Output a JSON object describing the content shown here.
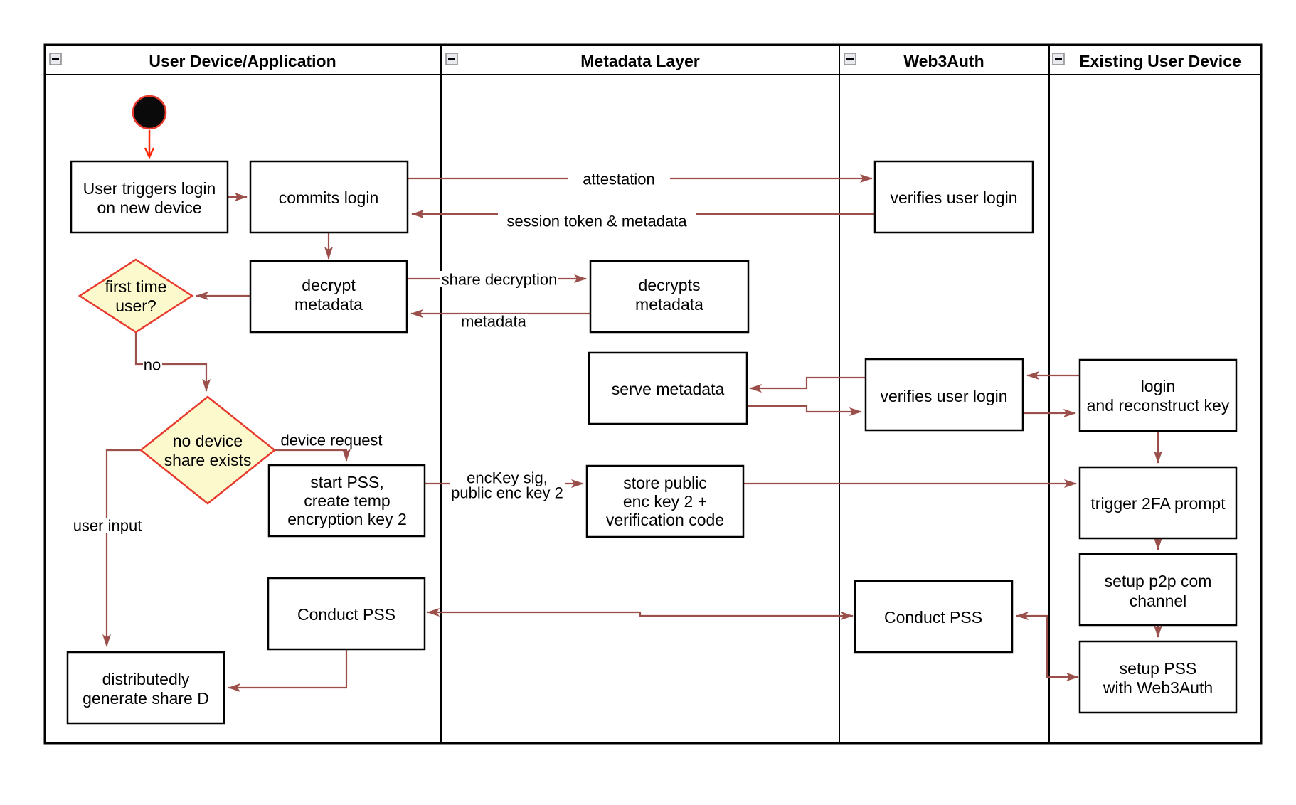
{
  "diagram_type": "swimlane-flowchart",
  "colors": {
    "arrow": "#9b4f4a",
    "start_arrow": "#fe2600",
    "decision_fill": "#fcf9cd",
    "decision_stroke": "#e8392c",
    "node_fill": "#ffffff",
    "node_stroke": "#000000"
  },
  "lanes": [
    {
      "title": "User Device/Application"
    },
    {
      "title": "Metadata Layer"
    },
    {
      "title": "Web3Auth"
    },
    {
      "title": "Existing User Device"
    }
  ],
  "nodes": {
    "user_triggers": {
      "lines": [
        "User triggers login",
        "on new device"
      ]
    },
    "commits_login": {
      "lines": [
        "commits login"
      ]
    },
    "decrypt_metadata": {
      "lines": [
        "decrypt",
        "metadata"
      ]
    },
    "first_time_user": {
      "lines": [
        "first time",
        "user?"
      ]
    },
    "no_device_share": {
      "lines": [
        "no device",
        "share exists"
      ]
    },
    "start_pss": {
      "lines": [
        "start PSS,",
        "create temp",
        "encryption key 2"
      ]
    },
    "conduct_pss_left": {
      "lines": [
        "Conduct PSS"
      ]
    },
    "distributedly": {
      "lines": [
        "distributedly",
        "generate share D"
      ]
    },
    "decrypts_metadata": {
      "lines": [
        "decrypts",
        "metadata"
      ]
    },
    "serve_metadata": {
      "lines": [
        "serve metadata"
      ]
    },
    "store_public": {
      "lines": [
        "store public",
        "enc key 2 +",
        "verification code"
      ]
    },
    "verifies_user_login_1": {
      "lines": [
        "verifies user login"
      ]
    },
    "verifies_user_login_2": {
      "lines": [
        "verifies user login"
      ]
    },
    "conduct_pss_right": {
      "lines": [
        "Conduct PSS"
      ]
    },
    "login_reconstruct": {
      "lines": [
        "login",
        "and reconstruct key"
      ]
    },
    "trigger_2fa": {
      "lines": [
        "trigger 2FA prompt"
      ]
    },
    "setup_p2p": {
      "lines": [
        "setup p2p com",
        "channel"
      ]
    },
    "setup_pss": {
      "lines": [
        "setup PSS",
        "with Web3Auth"
      ]
    }
  },
  "edges": {
    "attestation": "attestation",
    "session_token": "session token & metadata",
    "share_decryption": "share decryption",
    "metadata": "metadata",
    "no": "no",
    "device_request": "device request",
    "enckey_line1": "encKey sig,",
    "enckey_line2": "public enc key 2",
    "user_input": "user input"
  }
}
